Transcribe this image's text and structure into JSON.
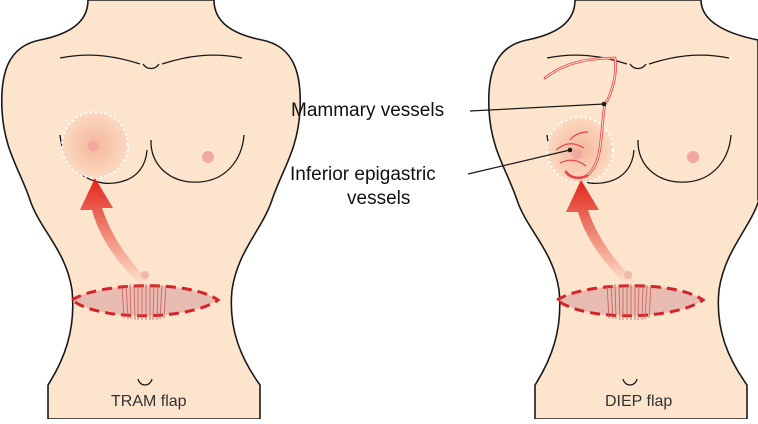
{
  "left_figure": {
    "caption": "TRAM flap"
  },
  "right_figure": {
    "caption": "DIEP flap",
    "labels": {
      "mammary": "Mammary vessels",
      "epigastric_line1": "Inferior epigastric",
      "epigastric_line2": "vessels"
    }
  },
  "colors": {
    "skin": "#fde4cc",
    "outline": "#1a1a1a",
    "flap_fill": "#d99a9a",
    "flap_outline": "#d6232a",
    "arrow": "#e2231a",
    "vessel": "#e8434a",
    "nipple": "#f2a8a0",
    "breast_patch": "#f6c3a8"
  }
}
